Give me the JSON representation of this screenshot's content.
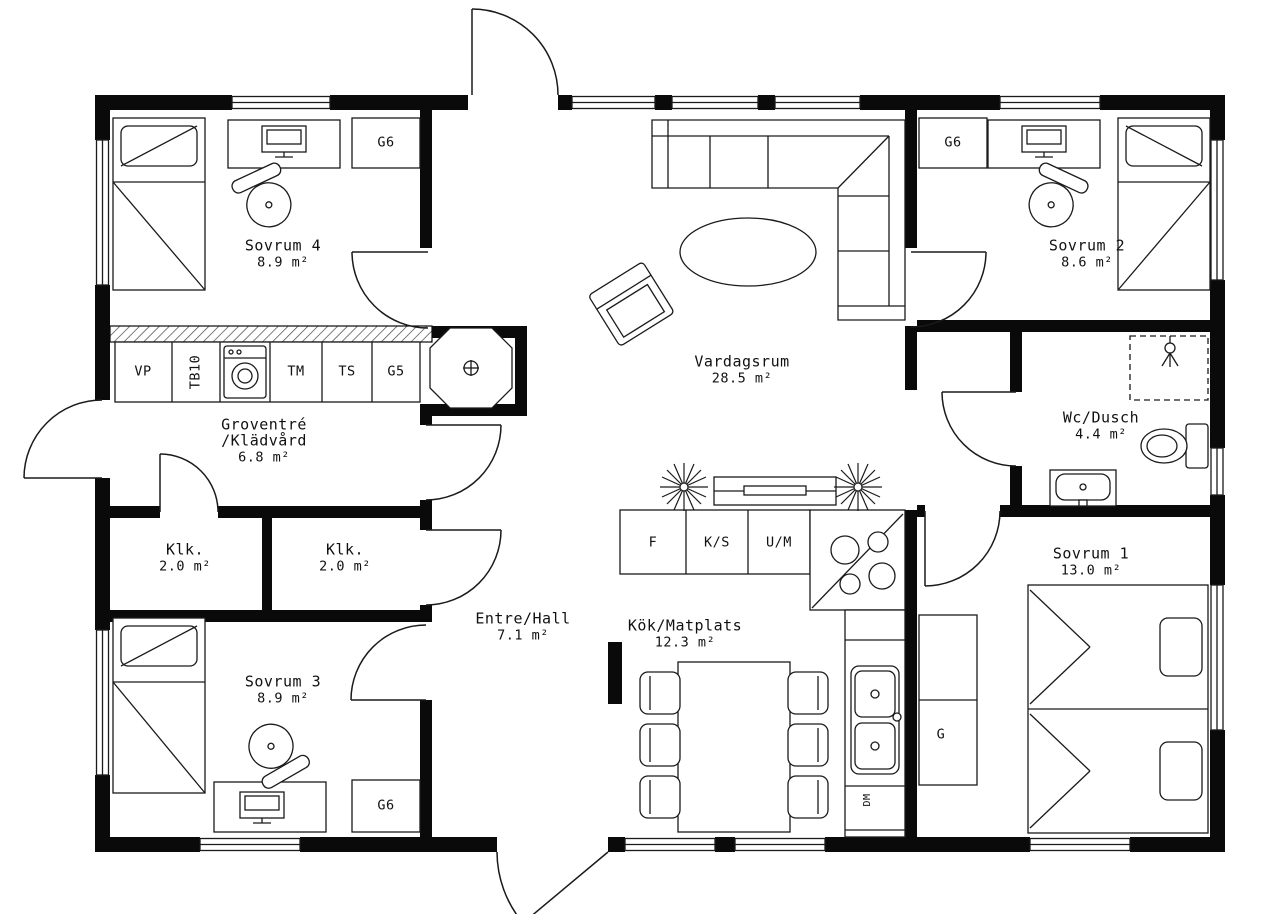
{
  "colors": {
    "wall": "#0a0a0a",
    "background": "#ffffff",
    "line": "#1a1a1a"
  },
  "rooms": {
    "sovrum4": {
      "name": "Sovrum 4",
      "area": "8.9 m²"
    },
    "sovrum3": {
      "name": "Sovrum 3",
      "area": "8.9 m²"
    },
    "sovrum2": {
      "name": "Sovrum 2",
      "area": "8.6 m²"
    },
    "sovrum1": {
      "name": "Sovrum 1",
      "area": "13.0 m²"
    },
    "vardagsrum": {
      "name": "Vardagsrum",
      "area": "28.5 m²"
    },
    "groventre": {
      "name": "Groventré",
      "name2": "/Klädvård",
      "area": "6.8 m²"
    },
    "wc": {
      "name": "Wc/Dusch",
      "area": "4.4 m²"
    },
    "klk1": {
      "name": "Klk.",
      "area": "2.0 m²"
    },
    "klk2": {
      "name": "Klk.",
      "area": "2.0 m²"
    },
    "entre": {
      "name": "Entre/Hall",
      "area": "7.1 m²"
    },
    "kok": {
      "name": "Kök/Matplats",
      "area": "12.3 m²"
    }
  },
  "cabinets": {
    "vp": "VP",
    "tb10": "TB10",
    "tm": "TM",
    "ts": "TS",
    "g5": "G5",
    "g6_sovrum4": "G6",
    "g6_sovrum2": "G6",
    "g6_sovrum3": "G6",
    "f": "F",
    "ks": "K/S",
    "um": "U/M",
    "g": "G",
    "dm": "DM"
  }
}
